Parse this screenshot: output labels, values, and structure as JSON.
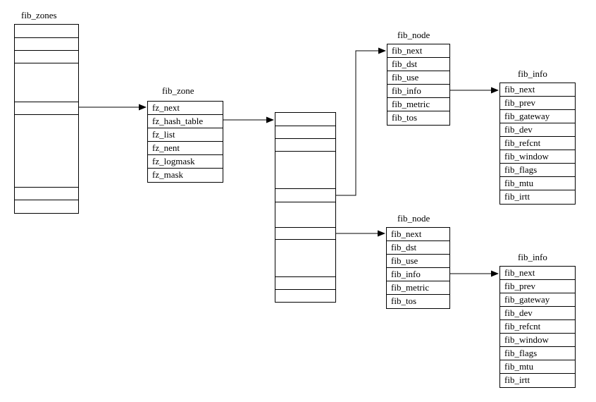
{
  "diagram": {
    "background_color": "#ffffff",
    "line_color": "#000000",
    "nodes": {
      "fib_zones": {
        "title": "fib_zones",
        "empty_cell_count": 8
      },
      "fib_zone": {
        "title": "fib_zone",
        "fields": [
          "fz_next",
          "fz_hash_table",
          "fz_list",
          "fz_nent",
          "fz_logmask",
          "fz_mask"
        ]
      },
      "hash_table": {
        "title": "",
        "empty_cell_count": 10
      },
      "fib_node_top": {
        "title": "fib_node",
        "fields": [
          "fib_next",
          "fib_dst",
          "fib_use",
          "fib_info",
          "fib_metric",
          "fib_tos"
        ]
      },
      "fib_info_top": {
        "title": "fib_info",
        "fields": [
          "fib_next",
          "fib_prev",
          "fib_gateway",
          "fib_dev",
          "fib_refcnt",
          "fib_window",
          "fib_flags",
          "fib_mtu",
          "fib_irtt"
        ]
      },
      "fib_node_bottom": {
        "title": "fib_node",
        "fields": [
          "fib_next",
          "fib_dst",
          "fib_use",
          "fib_info",
          "fib_metric",
          "fib_tos"
        ]
      },
      "fib_info_bottom": {
        "title": "fib_info",
        "fields": [
          "fib_next",
          "fib_prev",
          "fib_gateway",
          "fib_dev",
          "fib_refcnt",
          "fib_window",
          "fib_flags",
          "fib_mtu",
          "fib_irtt"
        ]
      }
    },
    "connections": [
      {
        "from": "fib_zones.cell_5",
        "to": "fib_zone.fz_next"
      },
      {
        "from": "fib_zone.fz_hash_table",
        "to": "hash_table.cell_1"
      },
      {
        "from": "hash_table.cell_5",
        "to": "fib_node_top.fib_next"
      },
      {
        "from": "fib_node_top.fib_info",
        "to": "fib_info_top.fib_next"
      },
      {
        "from": "hash_table.cell_7",
        "to": "fib_node_bottom.fib_next"
      },
      {
        "from": "fib_node_bottom.fib_info",
        "to": "fib_info_bottom.fib_next"
      }
    ]
  }
}
